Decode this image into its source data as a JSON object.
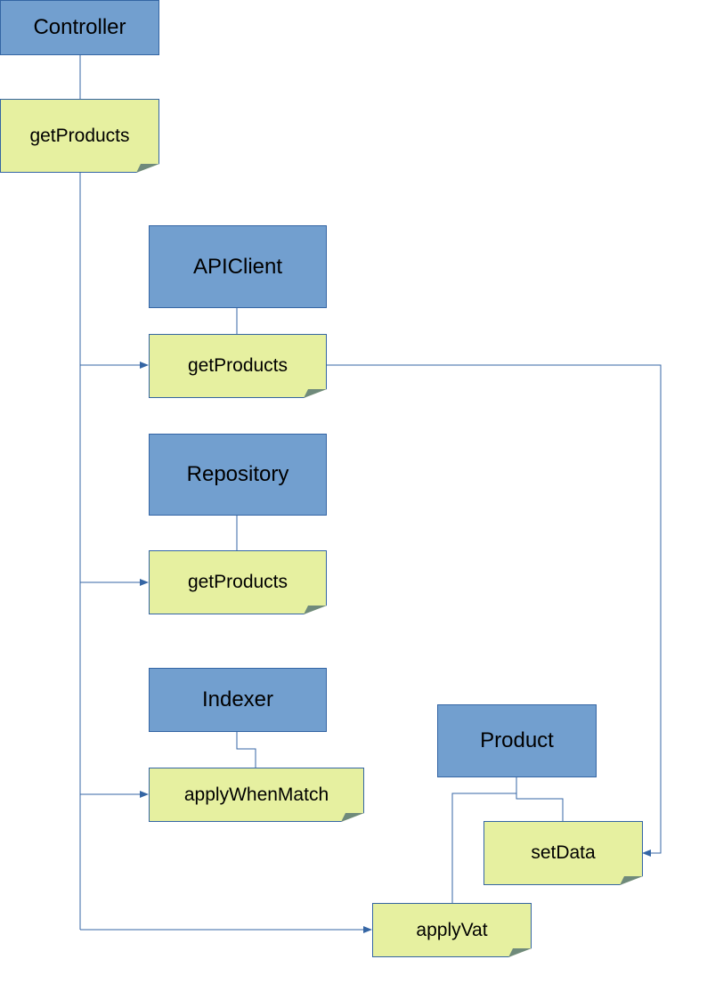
{
  "classes": {
    "controller": "Controller",
    "apiclient": "APIClient",
    "repository": "Repository",
    "indexer": "Indexer",
    "product": "Product"
  },
  "methods": {
    "controller_get_products": "getProducts",
    "apiclient_get_products": "getProducts",
    "repository_get_products": "getProducts",
    "indexer_apply_when_match": "applyWhenMatch",
    "product_set_data": "setData",
    "product_apply_vat": "applyVat"
  },
  "colors": {
    "class_fill": "#729fcf",
    "note_fill": "#e6f0a0",
    "stroke": "#3465a4"
  }
}
